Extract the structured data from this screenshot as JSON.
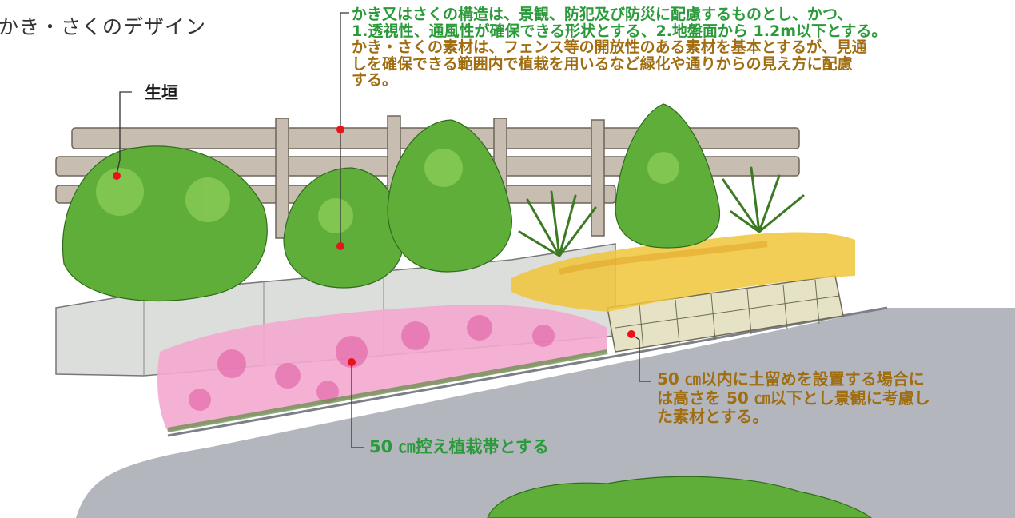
{
  "title": "かき・さくのデザイン",
  "labels": {
    "hedge": "生垣",
    "buffer_zone": "50 ㎝控え植栽帯とする"
  },
  "structure_note": {
    "lines_green": [
      "かき又はさくの構造は、景観、防犯及び防災に配慮するものとし、かつ、",
      "1.透視性、通風性が確保できる形状とする、2.地盤面から 1.2m以下とする。"
    ],
    "lines_brown": [
      "かき・さくの素材は、フェンス等の開放性のある素材を基本とするが、見通",
      "しを確保できる範囲内で植栽を用いるなど緑化や通りからの見え方に配慮",
      "する。"
    ]
  },
  "retaining_note": {
    "lines": [
      "50 ㎝以内に土留めを設置する場合に",
      "は高さを 50 ㎝以下とし景観に考慮し",
      "た素材とする。"
    ]
  },
  "colors": {
    "green_text": "#2b9a3b",
    "brown_text": "#a06d10",
    "marker_dot": "#e8141c",
    "leader_line": "#333333"
  }
}
